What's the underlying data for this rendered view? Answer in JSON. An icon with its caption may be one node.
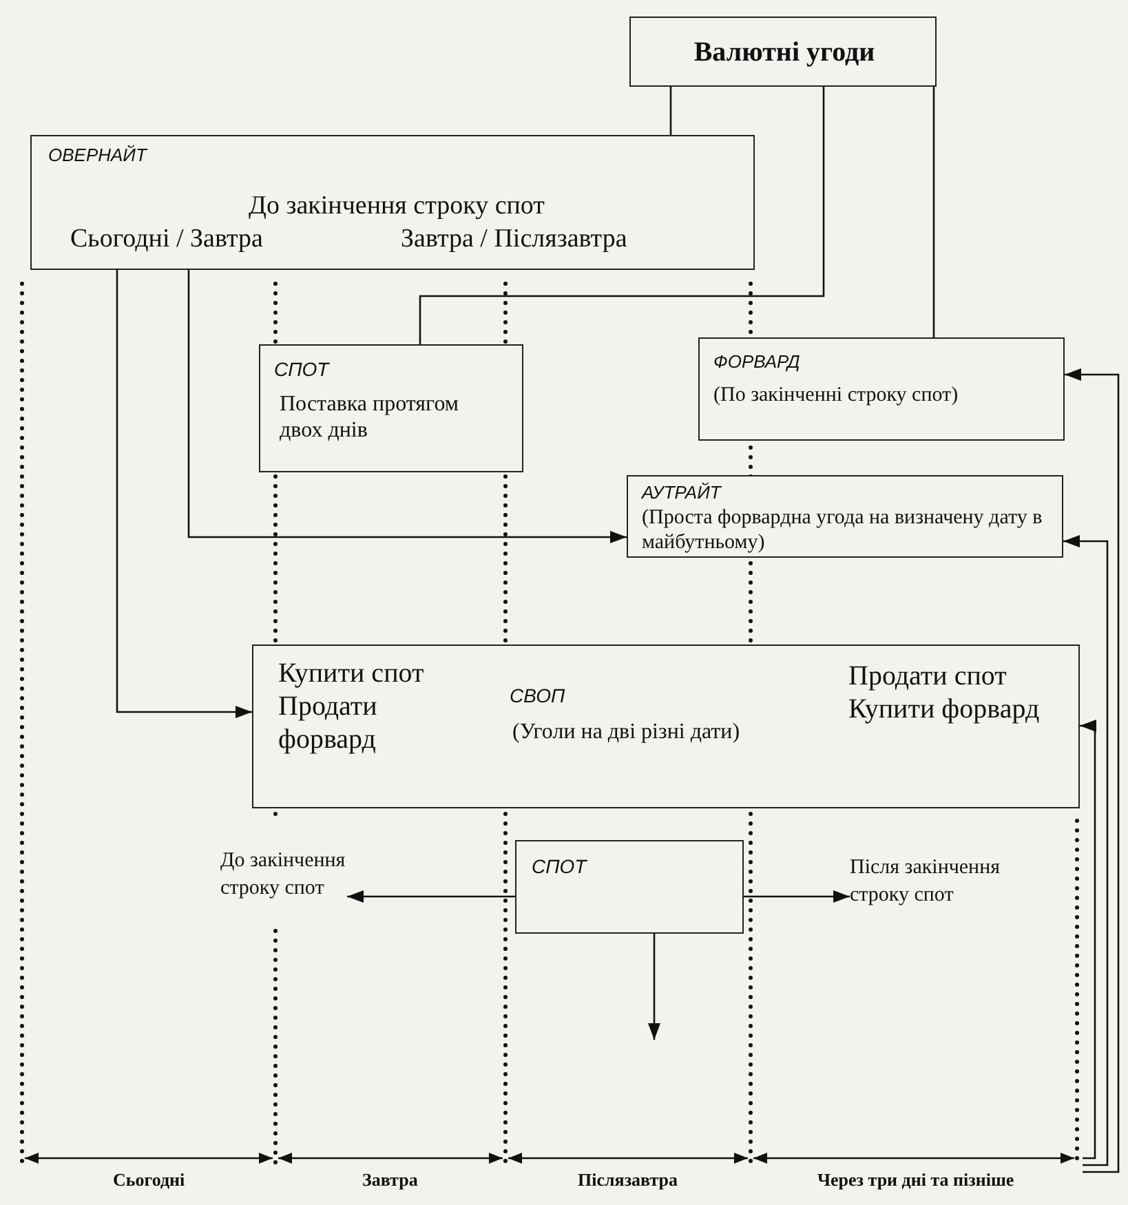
{
  "diagram": {
    "nodes": [
      {
        "text": [
          "Валютні угоди"
        ]
      },
      {
        "text": [
          "ОВЕРНАЙТ",
          "До закінчення строку спот",
          "Сьогодні / Завтра",
          "Завтра / Післязавтра"
        ]
      },
      {
        "text": [
          "СПОТ",
          "Поставка протягом двох днів"
        ]
      },
      {
        "text": [
          "ФОРВАРД",
          "(По закінченні строку спот)"
        ]
      },
      {
        "text": [
          "АУТРАЙТ",
          "(Проста форвардна угода на визначену дату в майбутньому)"
        ]
      },
      {
        "text": [
          "Купити спот Продати форвард",
          "СВОП",
          "(Уголи на дві різні дати)",
          "Продати спот Купити форвард"
        ]
      },
      {
        "text": [
          "СПОТ"
        ]
      },
      {
        "text": [
          "До закінчення строку спот"
        ]
      },
      {
        "text": [
          "Після закінчення строку спот"
        ]
      }
    ],
    "edges": [
      {
        "from": 0,
        "to": 1,
        "arrow": "none"
      },
      {
        "from": 0,
        "to": 2,
        "arrow": "none"
      },
      {
        "from": 0,
        "to": 3,
        "arrow": "none"
      },
      {
        "from": 1,
        "to": 4,
        "arrow": "to"
      },
      {
        "from": 1,
        "to": 5,
        "arrow": "to"
      },
      {
        "from": null,
        "to": 3,
        "arrow": "to"
      },
      {
        "from": null,
        "to": 4,
        "arrow": "to"
      },
      {
        "from": null,
        "to": 5,
        "arrow": "to"
      },
      {
        "from": 6,
        "to": 7,
        "arrow": "to"
      },
      {
        "from": 6,
        "to": 8,
        "arrow": "to"
      },
      {
        "from": 6,
        "to": null,
        "arrow": "to"
      }
    ],
    "labels": [
      "Сьогодні",
      "Завтра",
      "Післязавтра",
      "Через три дні та пізніше"
    ]
  }
}
